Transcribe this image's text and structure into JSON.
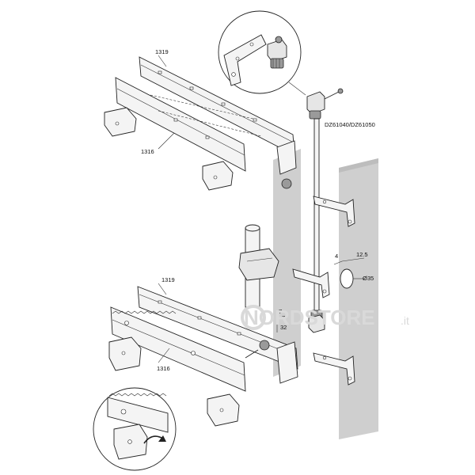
{
  "labels": {
    "top_rail": "1319",
    "top_slide": "1316",
    "bottom_rail": "1319",
    "bottom_slide": "1316",
    "part_code": "DZ61040/DZ61050",
    "dim_a": "4",
    "dim_b": "12.5",
    "dim_diameter": "Ø35",
    "dim_c": "7",
    "dim_d": "7",
    "dim_e": "32"
  },
  "watermark": {
    "main": "NORDSTORE",
    "suffix": ".it"
  },
  "colors": {
    "panel": "#cfcfcf",
    "metal": "#f4f4f4",
    "line": "#222222",
    "watermark": "#d9d9d9"
  }
}
